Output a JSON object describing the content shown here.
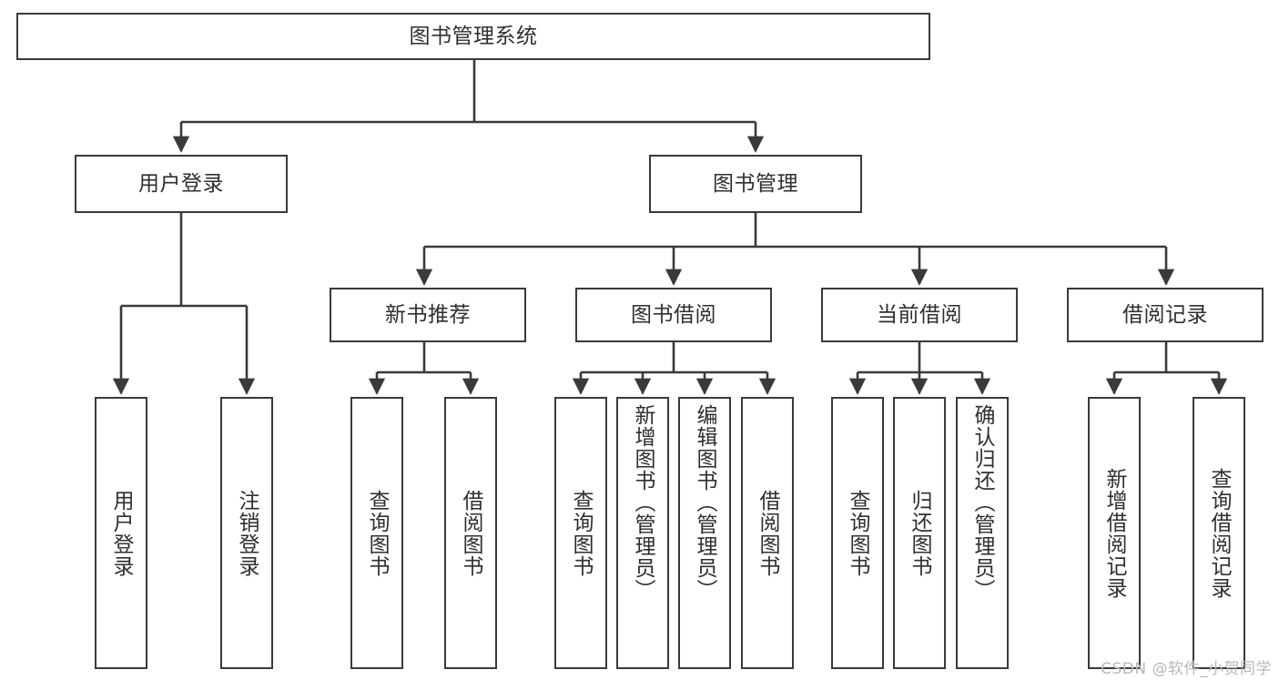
{
  "diagram": {
    "title": "图书管理系统",
    "type": "tree-hierarchy-diagram",
    "colors": {
      "box_border": "#3a3a3a",
      "box_fill": "#ffffff",
      "connector": "#3a3a3a",
      "text": "#2f2f2f",
      "watermark": "#b9b9b9",
      "background": "#ffffff"
    },
    "root": {
      "label": "图书管理系统"
    },
    "level2": [
      {
        "label": "用户登录"
      },
      {
        "label": "图书管理"
      }
    ],
    "level3": [
      {
        "label": "新书推荐"
      },
      {
        "label": "图书借阅"
      },
      {
        "label": "当前借阅"
      },
      {
        "label": "借阅记录"
      }
    ],
    "leaves": {
      "user_login": [
        {
          "label": "用户登录"
        },
        {
          "label": "注销登录"
        }
      ],
      "new_book_recommend": [
        {
          "label": "查询图书"
        },
        {
          "label": "借阅图书"
        }
      ],
      "book_borrow": [
        {
          "label": "查询图书"
        },
        {
          "label": "新增图书（管理员）"
        },
        {
          "label": "编辑图书（管理员）"
        },
        {
          "label": "借阅图书"
        }
      ],
      "current_borrow": [
        {
          "label": "查询图书"
        },
        {
          "label": "归还图书"
        },
        {
          "label": "确认归还（管理员）"
        }
      ],
      "borrow_record": [
        {
          "label": "新增借阅记录"
        },
        {
          "label": "查询借阅记录"
        }
      ]
    },
    "watermark": "CSDN @软件_小贺同学"
  }
}
